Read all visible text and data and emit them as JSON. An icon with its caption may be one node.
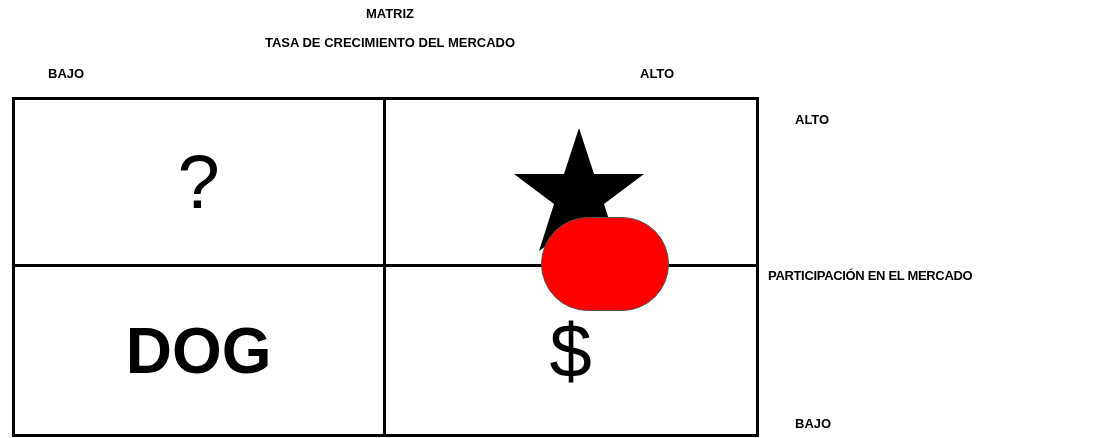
{
  "diagram": {
    "title": "MATRIZ",
    "nodes": [
      {
        "text": [
          "?"
        ]
      },
      {
        "text": [],
        "shape": "box"
      },
      {
        "text": [
          "DOG"
        ]
      },
      {
        "text": [
          "$"
        ]
      },
      {
        "text": [],
        "shape": "circle"
      }
    ],
    "labels": [
      "TASA DE CRECIMIENTO DEL MERCADO",
      "BAJO",
      "ALTO",
      "ALTO",
      "PARTICIPACIÓN EN EL MERCADO",
      "BAJO"
    ]
  }
}
